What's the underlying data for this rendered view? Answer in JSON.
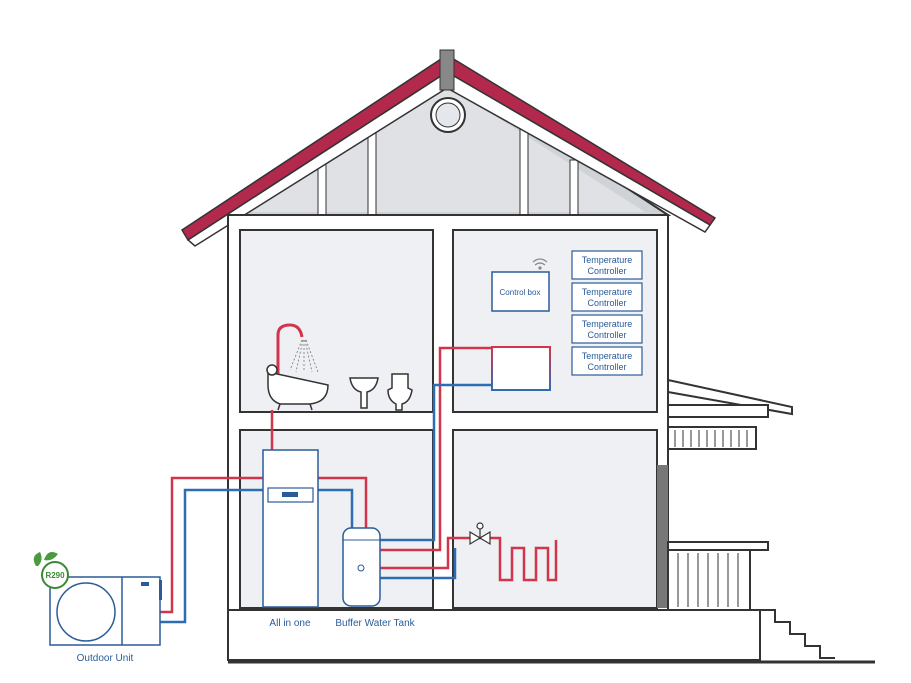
{
  "labels": {
    "outdoor_unit": "Outdoor Unit",
    "all_in_one": "All in one",
    "buffer_tank": "Buffer Water Tank",
    "control_box": "Control box",
    "temperature_controllers": [
      {
        "line1": "Temperature",
        "line2": "Controller"
      },
      {
        "line1": "Temperature",
        "line2": "Controller"
      },
      {
        "line1": "Temperature",
        "line2": "Controller"
      },
      {
        "line1": "Temperature",
        "line2": "Controller"
      }
    ],
    "logo_text": "R290"
  },
  "colors": {
    "roof": "#b3284d",
    "hot_pipe": "#d2354b",
    "cold_pipe": "#2f6db3",
    "equipment": "#2a5c99",
    "room_fill": "#eef0f3",
    "wall": "#333333"
  }
}
